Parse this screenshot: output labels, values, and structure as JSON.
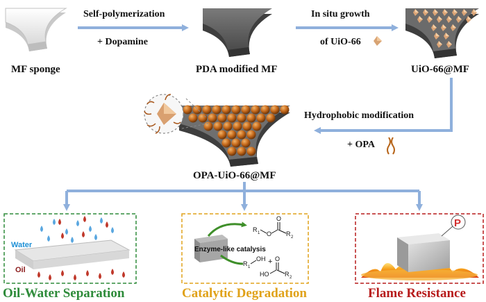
{
  "stages": {
    "mf": "MF sponge",
    "pda": "PDA modified MF",
    "uio": "UiO-66@MF",
    "opa": "OPA-UiO-66@MF"
  },
  "steps": {
    "step1_top": "Self-polymerization",
    "step1_bottom": "+ Dopamine",
    "step2_top": "In situ growth",
    "step2_bottom": "of UiO-66",
    "step3_top": "Hydrophobic modification",
    "step3_bottom": "+ OPA"
  },
  "applications": {
    "oil_water": {
      "title": "Oil-Water Separation",
      "water": "Water",
      "oil": "Oil",
      "color": "#2e8b3a"
    },
    "catalytic": {
      "title": "Catalytic Degradation",
      "enzyme": "Enzyme-like catalysis",
      "r1": "R",
      "r2": "R",
      "sub1": "1",
      "sub2": "2",
      "o": "O",
      "oh": "OH",
      "ho": "HO",
      "plus": "+",
      "color": "#e0a21a"
    },
    "flame": {
      "title": "Flame Resistance",
      "p": "P",
      "color": "#b71c1c"
    }
  },
  "colors": {
    "arrow": "#8fb0dc",
    "sponge_white": "#e9e9e9",
    "sponge_dark": "#5a5a5a",
    "particle": "#c0661a"
  }
}
